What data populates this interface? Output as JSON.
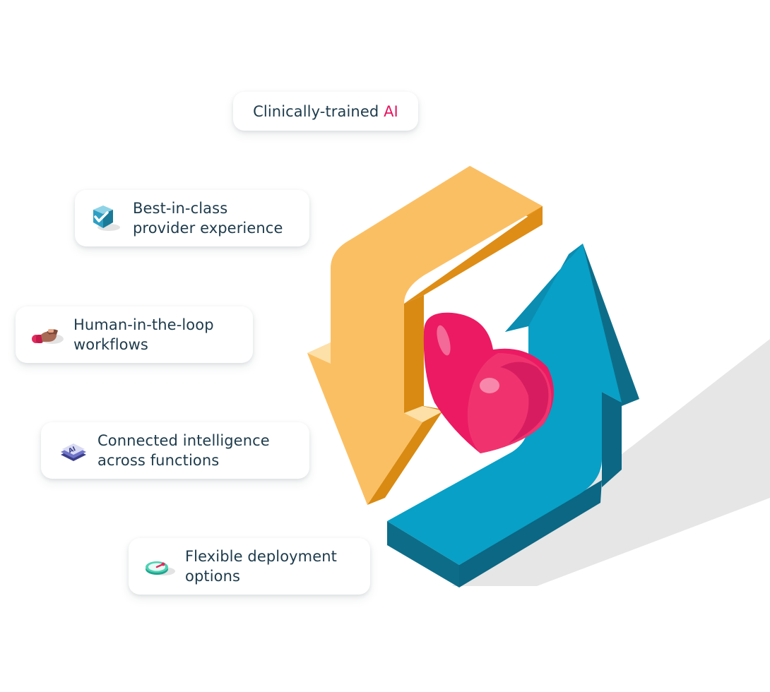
{
  "features": [
    {
      "label_prefix": "Clinically-trained ",
      "label_accent": "AI"
    },
    {
      "line1": "Best-in-class",
      "line2": "provider experience",
      "icon": "shield-check-icon"
    },
    {
      "line1": "Human-in-the-loop",
      "line2": "workflows",
      "icon": "hand-icon"
    },
    {
      "line1": "Connected intelligence",
      "line2": "across functions",
      "icon": "ai-chip-icon"
    },
    {
      "line1": "Flexible deployment",
      "line2": "options",
      "icon": "gauge-icon"
    }
  ],
  "illustration": {
    "icon": "heart-cycle-arrows-icon",
    "colors": {
      "orange_arrow": "#fbbf63",
      "blue_arrow": "#089bc4",
      "heart": "#ee1b63",
      "accent": "#e6155e",
      "text": "#1d3b4c"
    }
  }
}
